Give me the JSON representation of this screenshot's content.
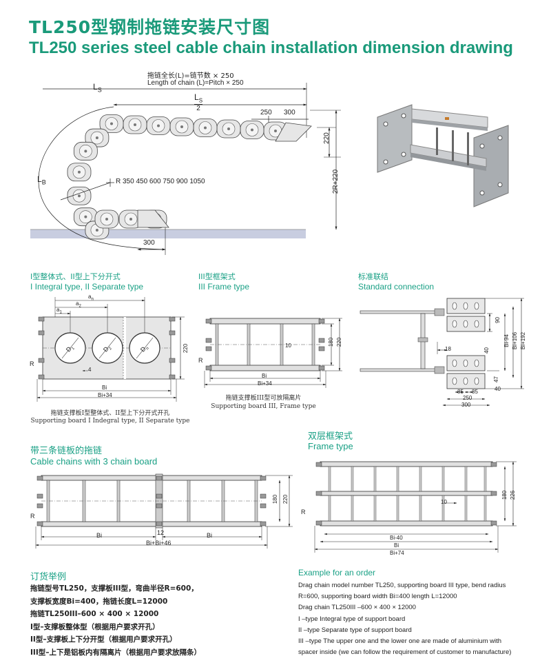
{
  "header": {
    "title_cn": "TL250型钢制拖链安装尺寸图",
    "title_en": "TL250 series steel cable chain installation dimension drawing"
  },
  "main_drawing": {
    "length_formula_cn": "拖链全长(L)=链节数 × 250",
    "length_formula_en": "Length of chain (L)=Pitch × 250",
    "ls_label": "L",
    "ls_sub": "S",
    "ls_half_num": "L",
    "ls_half_den": "2",
    "lb_label": "L",
    "lb_sub": "B",
    "dim_250": "250",
    "dim_300_top": "300",
    "dim_220": "220",
    "dim_2r": "2R+220",
    "radius_text": "R 350  450  600  750  900  1050",
    "dim_300_bottom": "300"
  },
  "section_integral": {
    "title_cn": "I型整体式、II型上下分开式",
    "title_en": "I Integral type, II Separate type",
    "labels": [
      "a",
      "a",
      "a",
      "D",
      "D",
      "D",
      "4",
      "220",
      "R",
      "Bi",
      "Bi+34"
    ],
    "an": "a",
    "an_sub": "n",
    "a2": "a",
    "a2_sub": "2",
    "a1": "a",
    "a1_sub": "1",
    "d1_sub": "1",
    "d2_sub": "2",
    "dn_sub": "n",
    "dim_4": "4",
    "dim_220": "220",
    "r": "R",
    "bi": "Bi",
    "bi34": "Bi+34",
    "caption_cn": "拖链支撑板I型整体式、II型上下分开式开孔",
    "caption_en": "Supporting board I Indegral type, II Separate type"
  },
  "section_frame": {
    "title_cn": "III型框架式",
    "title_en": "III Frame type",
    "dim_10": "10",
    "dim_180": "180",
    "dim_220": "220",
    "r": "R",
    "bi": "Bi",
    "bi34": "Bi+34",
    "caption_cn": "拖链支撑板III型可放隔离片",
    "caption_en": "Supporting board III, Frame type"
  },
  "section_standard": {
    "title_cn": "标准联结",
    "title_en": "Standard connection",
    "dim_90": "90",
    "dim_bi94": "Bi-94",
    "dim_bi106": "Bi+106",
    "dim_bi192": "Bi+192",
    "dim_18": "18",
    "dim_40a": "40",
    "dim_47": "47",
    "dim_40b": "40",
    "dim_85a": "85",
    "dim_85b": "85",
    "dim_250": "250",
    "dim_300": "300"
  },
  "section_three": {
    "title_cn": "带三条链板的拖链",
    "title_en": "Cable chains with 3 chain board",
    "dim_180": "180",
    "dim_220": "220",
    "r": "R",
    "bi_left": "Bi",
    "dim_12": "12",
    "bi_right": "Bi",
    "total": "Bi+Bi+46"
  },
  "section_double": {
    "title_cn": "双层框架式",
    "title_en": "Frame type",
    "dim_10": "10",
    "dim_180": "180",
    "dim_226": "226",
    "r": "R",
    "bi40": "Bi-40",
    "bi": "Bi",
    "bi74": "Bi+74"
  },
  "order_cn": {
    "title": "订货举例",
    "lines": [
      "拖链型号TL250，支撑板III型，弯曲半径R=600，",
      "支撑板宽度Bi=400，拖链长度L=12000",
      "拖链TL250III–600 × 400 × 12000",
      "I型–支撑板整体型（根据用户要求开孔）",
      "II型–支撑板上下分开型（根据用户要求开孔）",
      "III型–上下是铝板内有隔离片（根据用户要求放隔条）"
    ]
  },
  "order_en": {
    "title": "Example for an order",
    "lines": [
      "Drag chain model number TL250, supporting board III type, bend radius",
      "R=600, supporting board width Bi=400 length L=12000",
      "Drag chain TL250III –600 × 400 × 12000",
      "I –type Integral type of support board",
      "II –type Separate type of support board",
      "III –type The upper one and the lower one are made of aluminium with",
      "spacer inside  (we can follow the requirement of customer to manufacture)"
    ]
  },
  "colors": {
    "accent": "#19a085",
    "line": "#333333",
    "part_fill": "#e4e4e4",
    "floor": "#c8cde0"
  }
}
